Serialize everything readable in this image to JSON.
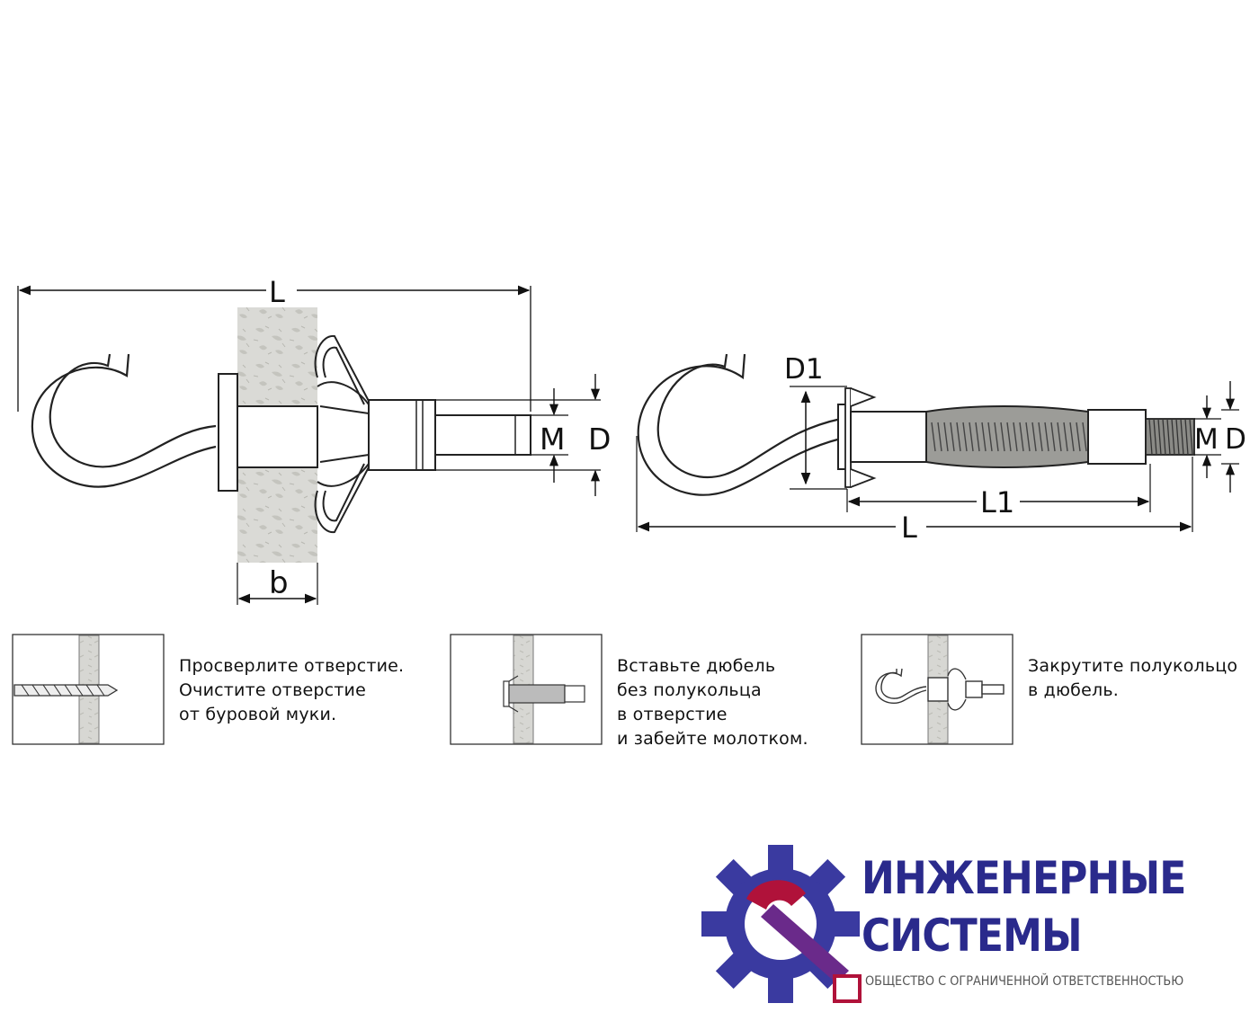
{
  "diagram_left": {
    "label_L": "L",
    "label_M": "M",
    "label_D": "D",
    "label_b": "b"
  },
  "diagram_right": {
    "label_D1": "D1",
    "label_L1": "L1",
    "label_L": "L",
    "label_M": "M",
    "label_D": "D"
  },
  "steps": [
    {
      "lines": [
        "Просверлите отверстие.",
        "Очистите отверстие",
        "от буровой муки."
      ],
      "icon": "drill-bit-icon"
    },
    {
      "lines": [
        "Вставьте дюбель",
        "без полукольца",
        "в отверстие",
        "и забейте молотком."
      ],
      "icon": "dowel-icon"
    },
    {
      "lines": [
        "Закрутите полукольцо",
        "в дюбель."
      ],
      "icon": "hook-icon"
    }
  ],
  "logo": {
    "title_line1": "ИНЖЕНЕРНЫЕ",
    "title_line2": "СИСТЕМЫ",
    "subtitle": "ОБЩЕСТВО С ОГРАНИЧЕННОЙ ОТВЕТСТВЕННОСТЬЮ",
    "icon": "gear-wrench-icon",
    "colors": {
      "primary": "#2a2a8c",
      "accent": "#b0123a"
    }
  }
}
